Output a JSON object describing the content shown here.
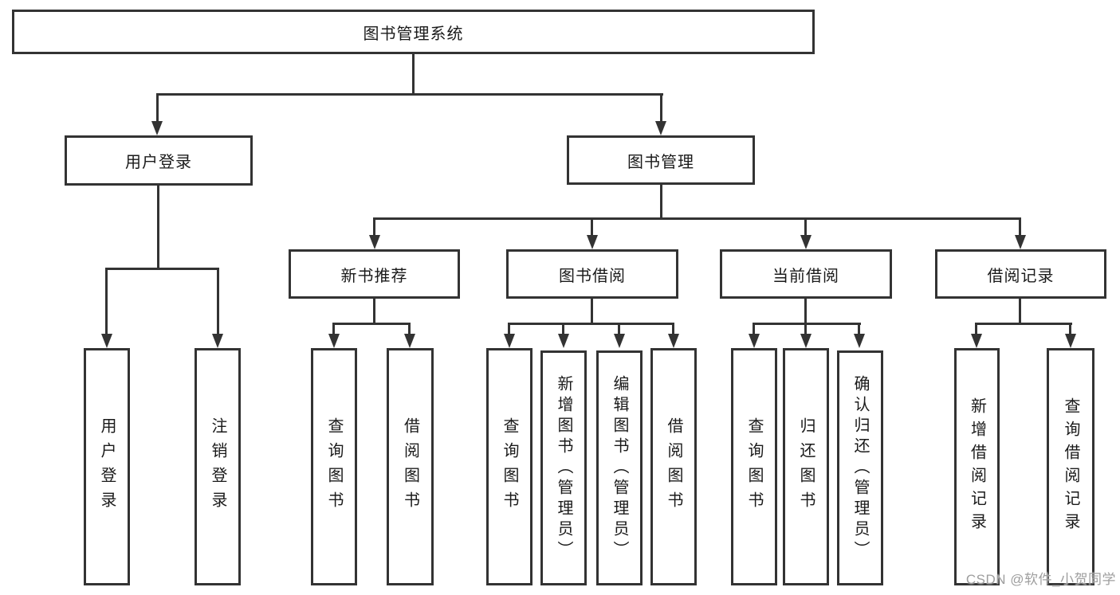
{
  "diagram": {
    "title": "图书管理系统",
    "type": "functional-structure-chart",
    "colors": {
      "line": "#333333",
      "text": "#1a1a1a",
      "box_background": "#ffffff",
      "watermark": "#9e9e9e"
    },
    "nodes": {
      "root": {
        "label": "图书管理系统"
      },
      "level1": [
        {
          "id": "user-login-branch",
          "label": "用户登录"
        },
        {
          "id": "book-management-branch",
          "label": "图书管理"
        }
      ],
      "level2": [
        {
          "id": "new-book-recommend",
          "label": "新书推荐",
          "parent": "图书管理"
        },
        {
          "id": "book-borrowing",
          "label": "图书借阅",
          "parent": "图书管理"
        },
        {
          "id": "current-borrowing",
          "label": "当前借阅",
          "parent": "图书管理"
        },
        {
          "id": "borrowing-records",
          "label": "借阅记录",
          "parent": "图书管理"
        }
      ],
      "leaves": {
        "user_login": {
          "label": "用户登录",
          "parent": "用户登录"
        },
        "logout": {
          "label": "注销登录",
          "parent": "用户登录"
        },
        "rec_query_books": {
          "label": "查询图书",
          "parent": "新书推荐"
        },
        "rec_borrow_books": {
          "label": "借阅图书",
          "parent": "新书推荐"
        },
        "bb_query_books": {
          "label": "查询图书",
          "parent": "图书借阅"
        },
        "bb_add_books": {
          "label": "新增图书（管理员）",
          "parent": "图书借阅"
        },
        "bb_edit_books": {
          "label": "编辑图书（管理员）",
          "parent": "图书借阅"
        },
        "bb_borrow_books": {
          "label": "借阅图书",
          "parent": "图书借阅"
        },
        "cur_query_books": {
          "label": "查询图书",
          "parent": "当前借阅"
        },
        "cur_return_books": {
          "label": "归还图书",
          "parent": "当前借阅"
        },
        "cur_confirm_return": {
          "label": "确认归还（管理员）",
          "parent": "当前借阅"
        },
        "log_add_record": {
          "label": "新增借阅记录",
          "parent": "借阅记录"
        },
        "log_query_record": {
          "label": "查询借阅记录",
          "parent": "借阅记录"
        }
      }
    },
    "watermark": "CSDN @软件_小贺同学"
  }
}
